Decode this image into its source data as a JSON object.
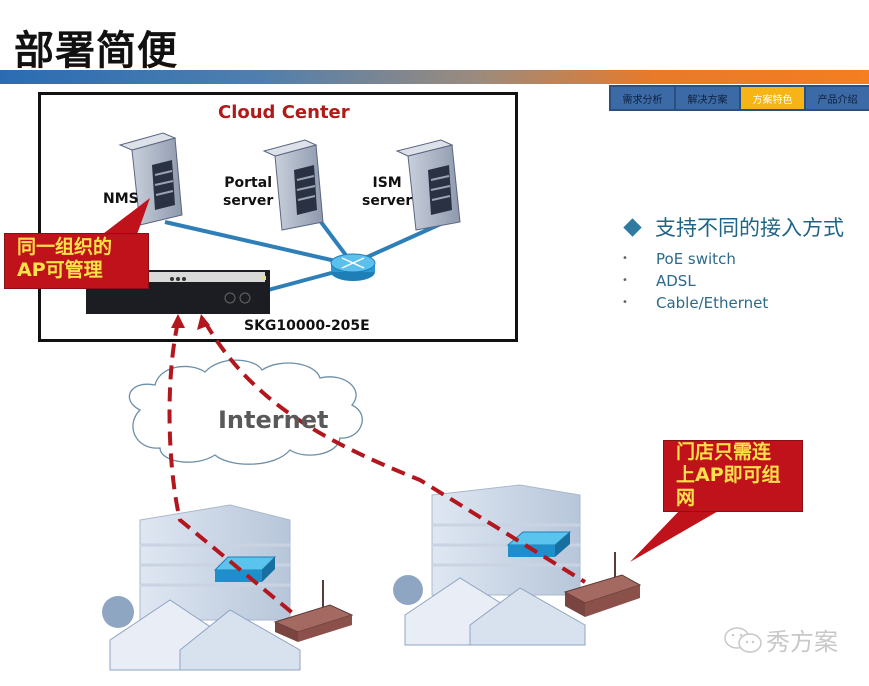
{
  "slide": {
    "title": "部署简便"
  },
  "nav": {
    "tabs": [
      {
        "label": "需求分析",
        "active": false
      },
      {
        "label": "解决方案",
        "active": false
      },
      {
        "label": "方案特色",
        "active": true
      },
      {
        "label": "产品介绍",
        "active": false
      }
    ],
    "active_color": "#f7b416",
    "inactive_color": "#3b6aa6"
  },
  "diagram": {
    "cloud_center_title": "Cloud Center",
    "servers": [
      {
        "name": "NMS",
        "label_line1": "NMS",
        "label_line2": ""
      },
      {
        "name": "portal",
        "label_line1": "Portal",
        "label_line2": "server"
      },
      {
        "name": "ism",
        "label_line1": "ISM",
        "label_line2": "server"
      }
    ],
    "gateway_label": "SKG10000-205E",
    "internet_label": "Internet",
    "callout_left": {
      "line1": "同一组织的",
      "line2": "AP可管理"
    },
    "callout_right": {
      "line1": "门店只需连",
      "line2": "上AP即可组",
      "line3": "网"
    }
  },
  "features": {
    "heading": "支持不同的接入方式",
    "items": [
      "PoE switch",
      "ADSL",
      "Cable/Ethernet"
    ]
  },
  "watermark": {
    "text": "秀方案",
    "icon": "wechat-icon"
  },
  "colors": {
    "callout_bg": "#c0121b",
    "callout_text": "#ffe14a",
    "link_line": "#2e7fb8",
    "dashed_link": "#b3161c",
    "accent_title": "#b01a1a"
  }
}
